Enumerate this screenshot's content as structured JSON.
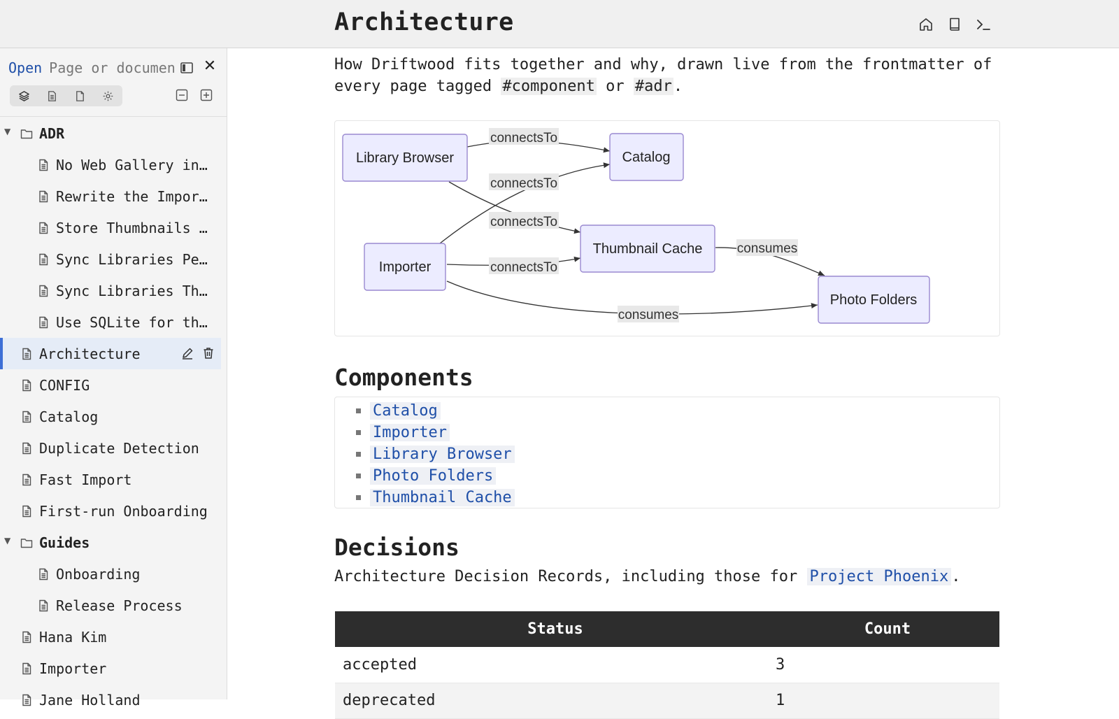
{
  "header": {
    "title": "Architecture",
    "icons": [
      "home-icon",
      "book-icon",
      "terminal-icon"
    ]
  },
  "sidebar": {
    "open_label": "Open",
    "open_placeholder": "Page or document",
    "tabs": [
      "layers-icon",
      "page-icon",
      "file-icon",
      "gear-icon"
    ],
    "tree": [
      {
        "type": "folder",
        "label": "ADR",
        "level": 0,
        "expanded": true
      },
      {
        "type": "page",
        "label": "No Web Gallery in…",
        "level": 1
      },
      {
        "type": "page",
        "label": "Rewrite the Impor…",
        "level": 1
      },
      {
        "type": "page",
        "label": "Store Thumbnails …",
        "level": 1
      },
      {
        "type": "page",
        "label": "Sync Libraries Pe…",
        "level": 1
      },
      {
        "type": "page",
        "label": "Sync Libraries Th…",
        "level": 1
      },
      {
        "type": "page",
        "label": "Use SQLite for th…",
        "level": 1
      },
      {
        "type": "page",
        "label": "Architecture",
        "level": 0,
        "active": true
      },
      {
        "type": "page",
        "label": "CONFIG",
        "level": 0
      },
      {
        "type": "page",
        "label": "Catalog",
        "level": 0
      },
      {
        "type": "page",
        "label": "Duplicate Detection",
        "level": 0
      },
      {
        "type": "page",
        "label": "Fast Import",
        "level": 0
      },
      {
        "type": "page",
        "label": "First-run Onboarding",
        "level": 0
      },
      {
        "type": "folder",
        "label": "Guides",
        "level": 0,
        "expanded": true
      },
      {
        "type": "page",
        "label": "Onboarding",
        "level": 1
      },
      {
        "type": "page",
        "label": "Release Process",
        "level": 1
      },
      {
        "type": "page",
        "label": "Hana Kim",
        "level": 0
      },
      {
        "type": "page",
        "label": "Importer",
        "level": 0
      },
      {
        "type": "page",
        "label": "Jane Holland",
        "level": 0
      }
    ]
  },
  "main": {
    "intro_part1": "How Driftwood fits together and why, drawn live from the frontmatter of every page tagged ",
    "intro_tag1": "#component",
    "intro_or": " or ",
    "intro_tag2": "#adr",
    "intro_end": ".",
    "diagram": {
      "nodes": {
        "library_browser": "Library Browser",
        "catalog": "Catalog",
        "thumbnail_cache": "Thumbnail Cache",
        "importer": "Importer",
        "photo_folders": "Photo Folders"
      },
      "edges": {
        "lb_catalog": "connectsTo",
        "imp_catalog": "connectsTo",
        "lb_thumb": "connectsTo",
        "imp_thumb": "connectsTo",
        "thumb_photo": "consumes",
        "imp_photo": "consumes"
      }
    },
    "components_heading": "Components",
    "components": [
      "Catalog",
      "Importer",
      "Library Browser",
      "Photo Folders",
      "Thumbnail Cache"
    ],
    "decisions_heading": "Decisions",
    "decisions_text": "Architecture Decision Records, including those for ",
    "decisions_link": "Project Phoenix",
    "decisions_end": ".",
    "table": {
      "headers": [
        "Status",
        "Count"
      ],
      "rows": [
        {
          "status": "accepted",
          "count": "3"
        },
        {
          "status": "deprecated",
          "count": "1"
        }
      ]
    }
  }
}
